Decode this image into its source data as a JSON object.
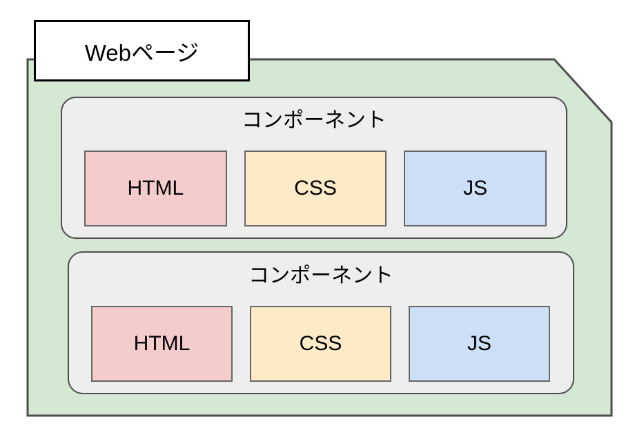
{
  "diagram": {
    "type": "nested-block-diagram",
    "title_label": "Webページ",
    "page_container": {
      "name": "web-page-container",
      "fill_color": "#d5e8d4",
      "stroke_color": "#4d4d4d",
      "corner_style": "clipped-top-right"
    },
    "components": [
      {
        "label": "コンポーネント",
        "fill_color": "#eeeeee",
        "stroke_color": "#4d4d4d",
        "items": [
          {
            "label": "HTML",
            "fill_color": "#f4cccc",
            "stroke_color": "#666666"
          },
          {
            "label": "CSS",
            "fill_color": "#fdebc8",
            "stroke_color": "#666666"
          },
          {
            "label": "JS",
            "fill_color": "#cddff7",
            "stroke_color": "#666666"
          }
        ]
      },
      {
        "label": "コンポーネント",
        "fill_color": "#eeeeee",
        "stroke_color": "#4d4d4d",
        "items": [
          {
            "label": "HTML",
            "fill_color": "#f4cccc",
            "stroke_color": "#666666"
          },
          {
            "label": "CSS",
            "fill_color": "#fdebc8",
            "stroke_color": "#666666"
          },
          {
            "label": "JS",
            "fill_color": "#cddff7",
            "stroke_color": "#666666"
          }
        ]
      }
    ]
  }
}
